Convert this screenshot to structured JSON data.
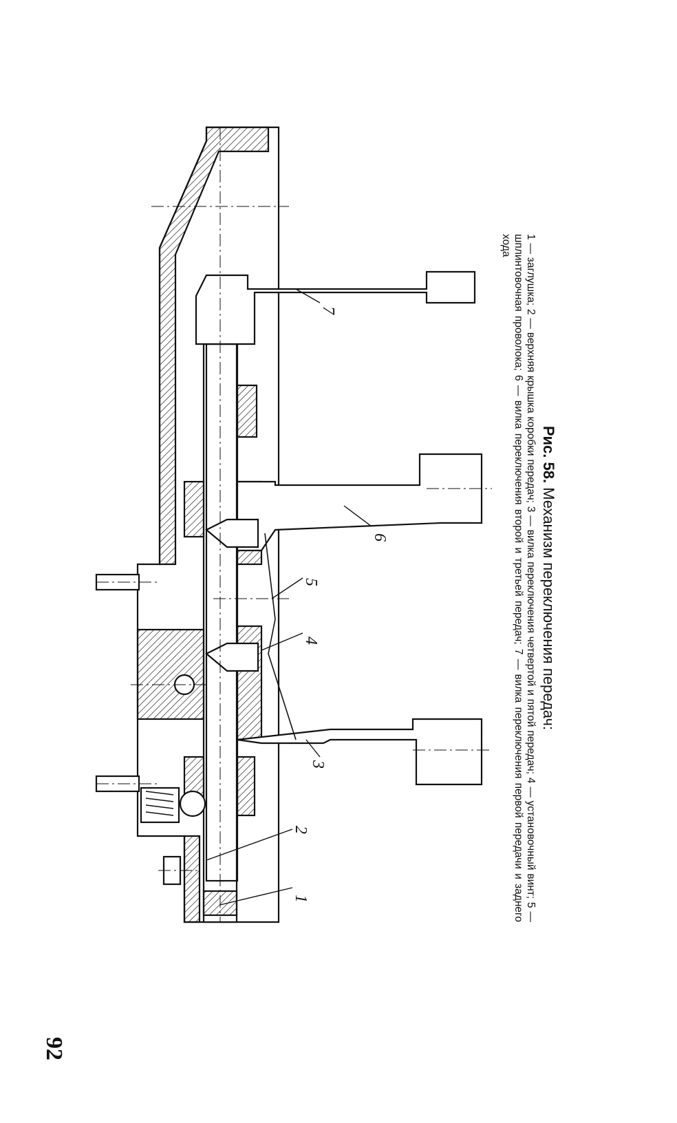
{
  "page_number": "92",
  "figure": {
    "number_label": "Рис. 58.",
    "title": "Механизм переключения передач:",
    "legend": "1 — заглушка; 2 — верхняя крышка коробки передач; 3 — вилка переключения четвертой и пятой передач; 4 — установочный винт; 5 — шплинтовочная проволока; 6 — вилка переключения второй и третьей передач; 7 — вилка переключения первой передачи и заднего хода"
  },
  "callouts": [
    "1",
    "2",
    "3",
    "4",
    "5",
    "6",
    "7"
  ]
}
